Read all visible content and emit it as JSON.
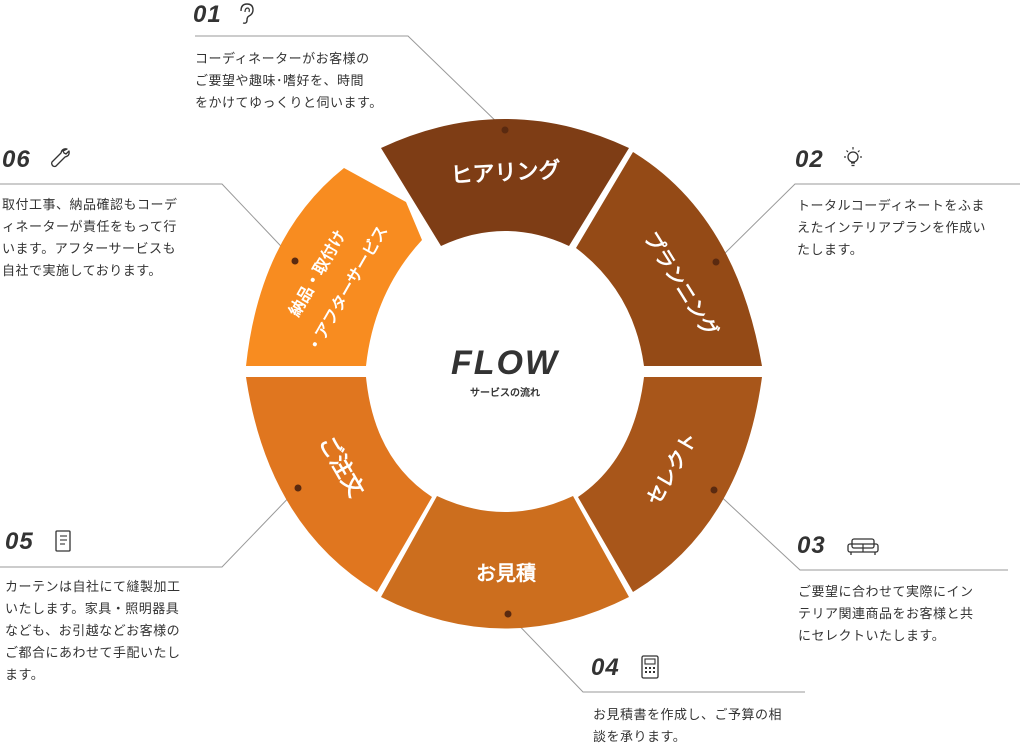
{
  "center": {
    "title": "FLOW",
    "subtitle": "サービスの流れ"
  },
  "colors": {
    "hearing": "#7e3d15",
    "planning": "#944a16",
    "select": "#a8561a",
    "estimate": "#cc6e1e",
    "order": "#e0761f",
    "delivery": "#f88c20",
    "line": "#999999",
    "dot": "#5a2a10"
  },
  "segments": [
    {
      "id": "hearing",
      "label": "ヒアリング"
    },
    {
      "id": "planning",
      "label": "プランニング"
    },
    {
      "id": "select",
      "label": "セレクト"
    },
    {
      "id": "estimate",
      "label": "お見積"
    },
    {
      "id": "order",
      "label": "ご注文"
    },
    {
      "id": "delivery",
      "label_line1": "納品・取付け",
      "label_line2": "・アフターサービス"
    }
  ],
  "steps": [
    {
      "number": "01",
      "icon": "ear-icon",
      "lines": [
        "コーディネーターがお客様の",
        "ご要望や趣味･嗜好を、時間",
        "をかけてゆっくりと伺います。"
      ]
    },
    {
      "number": "02",
      "icon": "lightbulb-icon",
      "lines": [
        "トータルコーディネートをふま",
        "えたインテリアプランを作成い",
        "たします。"
      ]
    },
    {
      "number": "03",
      "icon": "sofa-icon",
      "lines": [
        "ご要望に合わせて実際にイン",
        "テリア関連商品をお客様と共",
        "にセレクトいたします。"
      ]
    },
    {
      "number": "04",
      "icon": "calculator-icon",
      "lines": [
        "お見積書を作成し、ご予算の相",
        "談を承ります。"
      ]
    },
    {
      "number": "05",
      "icon": "notepad-icon",
      "lines": [
        "カーテンは自社にて縫製加工",
        "いたします。家具・照明器具",
        "なども、お引越などお客様の",
        "ご都合にあわせて手配いたし",
        "ます。"
      ]
    },
    {
      "number": "06",
      "icon": "wrench-icon",
      "lines": [
        "取付工事、納品確認もコーデ",
        "ィネーターが責任をもって行",
        "います。アフターサービスも",
        "自社で実施しております。"
      ]
    }
  ]
}
